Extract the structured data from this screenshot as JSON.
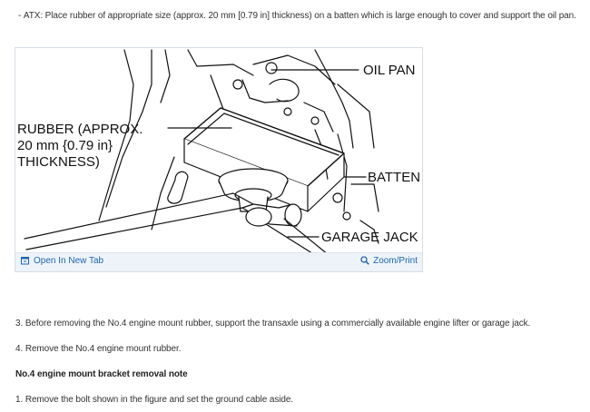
{
  "text": {
    "atx_note": "ATX: Place rubber of appropriate size (approx. 20 mm [0.79 in] thickness) on a batten which is large enough to cover and support the oil pan.",
    "step3": "3. Before removing the No.4 engine mount rubber, support the transaxle using a commercially available engine lifter or garage jack.",
    "step4": "4. Remove the No.4 engine mount rubber.",
    "heading": "No.4 engine mount bracket removal note",
    "step1": "1. Remove the bolt shown in the figure and set the ground cable aside."
  },
  "figure": {
    "labels": {
      "oil_pan": "OIL PAN",
      "rubber_1": "RUBBER (APPROX.",
      "rubber_2": "20 mm {0.79 in}",
      "rubber_3": "THICKNESS)",
      "batten": "BATTEN",
      "garage_jack": "GARAGE JACK"
    },
    "actions": {
      "open_tab": "Open In New Tab",
      "zoom": "Zoom/Print"
    },
    "icons": {
      "open_tab": "external-window-icon",
      "zoom": "magnifier-icon"
    },
    "link_color": "#1c66b0"
  }
}
